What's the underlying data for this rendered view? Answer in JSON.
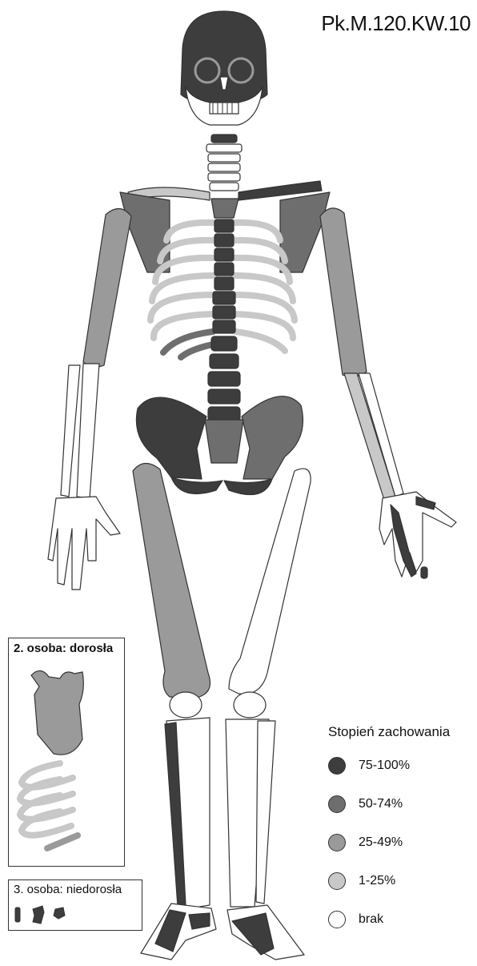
{
  "title": "Pk.M.120.KW.10",
  "box2": {
    "title": "2. osoba: dorosła"
  },
  "box3": {
    "title": "3. osoba: niedorosła"
  },
  "legend": {
    "title": "Stopień zachowania",
    "items": [
      {
        "label": "75-100%",
        "color": "#3d3d3d"
      },
      {
        "label": "50-74%",
        "color": "#6e6e6e"
      },
      {
        "label": "25-49%",
        "color": "#9a9a9a"
      },
      {
        "label": "1-25%",
        "color": "#c8c8c8"
      },
      {
        "label": "brak",
        "color": "#ffffff"
      }
    ]
  }
}
